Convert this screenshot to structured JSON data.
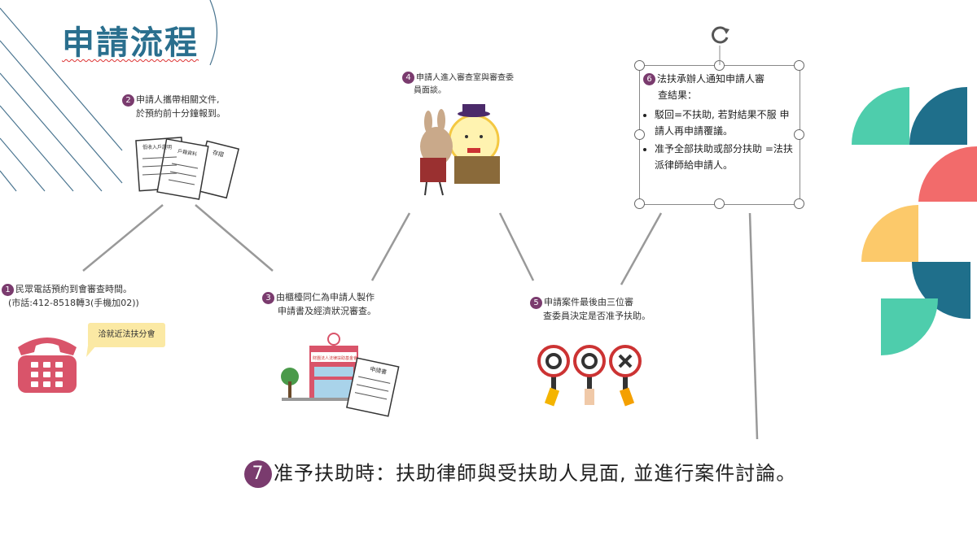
{
  "title": "申請流程",
  "steps": [
    {
      "num": "1",
      "lines": [
        "民眾電話預約到會審查時間。",
        "(市話:412-8518轉3(手機加02))"
      ]
    },
    {
      "num": "2",
      "lines": [
        "申請人攜帶相關文件,",
        "於預約前十分鐘報到。"
      ]
    },
    {
      "num": "3",
      "lines": [
        "由櫃檯同仁為申請人製作",
        "申請書及經濟狀況審查。"
      ]
    },
    {
      "num": "4",
      "lines": [
        "申請人進入審查室與審查委",
        "員面談。"
      ]
    },
    {
      "num": "5",
      "lines": [
        "申請案件最後由三位審",
        "查委員決定是否准予扶助。"
      ]
    },
    {
      "num": "6",
      "heading_lines": [
        "法扶承辦人通知申請人審",
        "查結果："
      ],
      "bullets": [
        "駁回=不扶助, 若對結果不服 申請人再申請覆議。",
        "准予全部扶助或部分扶助 =法扶派律師給申請人。"
      ]
    },
    {
      "num": "7",
      "text": "准予扶助時：扶助律師與受扶助人見面, 並進行案件討論。"
    }
  ],
  "phone_bubble": "洽就近法扶分會",
  "documents": [
    "低收入戶證明",
    "戶籍資料",
    "存摺",
    "申請書"
  ],
  "building_sign": "財團法人法律扶助基金會",
  "colors": {
    "title": "#2a6f8e",
    "badge": "#7a3b6e",
    "teal": "#4ecdac",
    "navy": "#1f6f8b",
    "coral": "#f26b6b",
    "yellow": "#fcc96a",
    "phone": "#d9546a"
  }
}
